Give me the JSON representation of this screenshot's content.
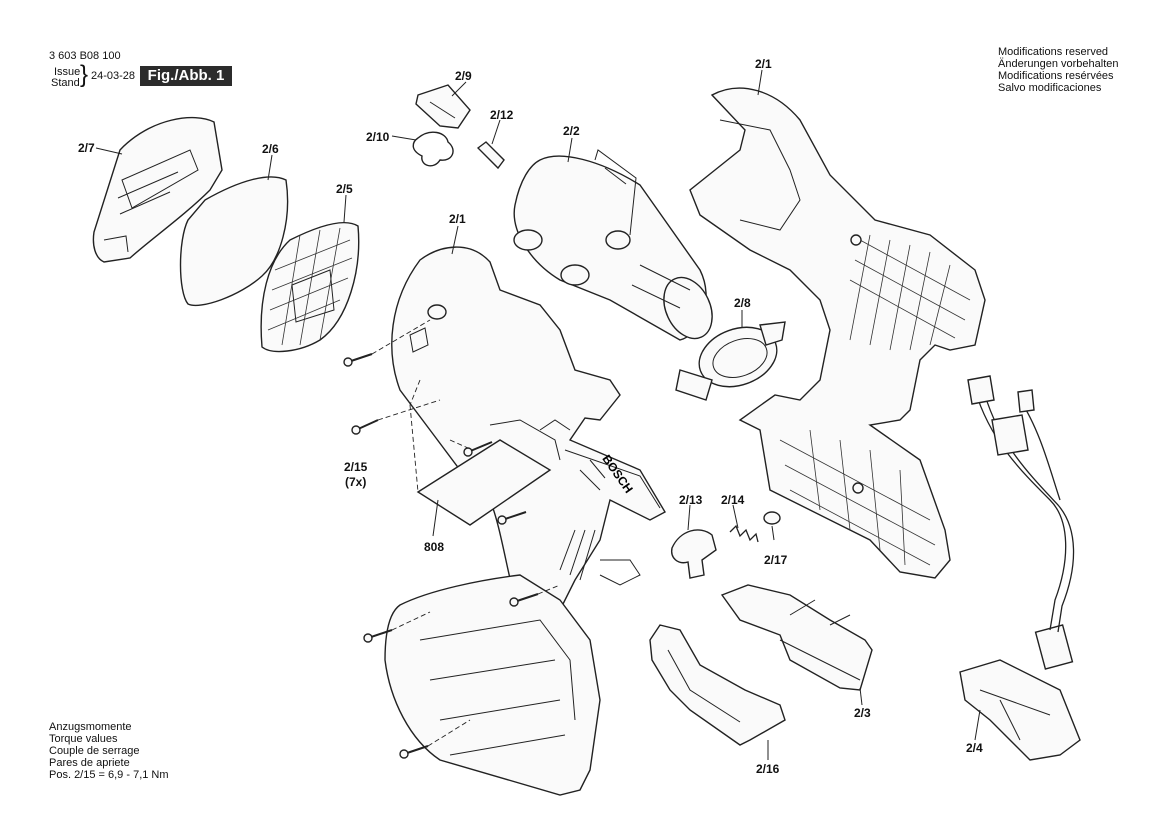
{
  "header": {
    "part_number": "3 603 B08 100",
    "issue_label": "Issue",
    "stand_label": "Stand",
    "issue_date": "24-03-28",
    "fig_label": "Fig./Abb. 1"
  },
  "modifications": [
    "Modifications reserved",
    "Änderungen vorbehalten",
    "Modifications resérvées",
    "Salvo modificaciones"
  ],
  "torque": [
    "Anzugsmomente",
    "Torque values",
    "Couple de serrage",
    "Pares de apriete",
    "Pos. 2/15 = 6,9 - 7,1 Nm"
  ],
  "labels": {
    "p2_1a": "2/1",
    "p2_1b": "2/1",
    "p2_2": "2/2",
    "p2_3": "2/3",
    "p2_4": "2/4",
    "p2_5": "2/5",
    "p2_6": "2/6",
    "p2_7": "2/7",
    "p2_8": "2/8",
    "p2_9": "2/9",
    "p2_10": "2/10",
    "p2_12": "2/12",
    "p2_13": "2/13",
    "p2_14": "2/14",
    "p2_15": "2/15",
    "p2_15_qty": "(7x)",
    "p2_16": "2/16",
    "p2_17": "2/17",
    "p808": "808"
  },
  "housing_brand": "BOSCH"
}
